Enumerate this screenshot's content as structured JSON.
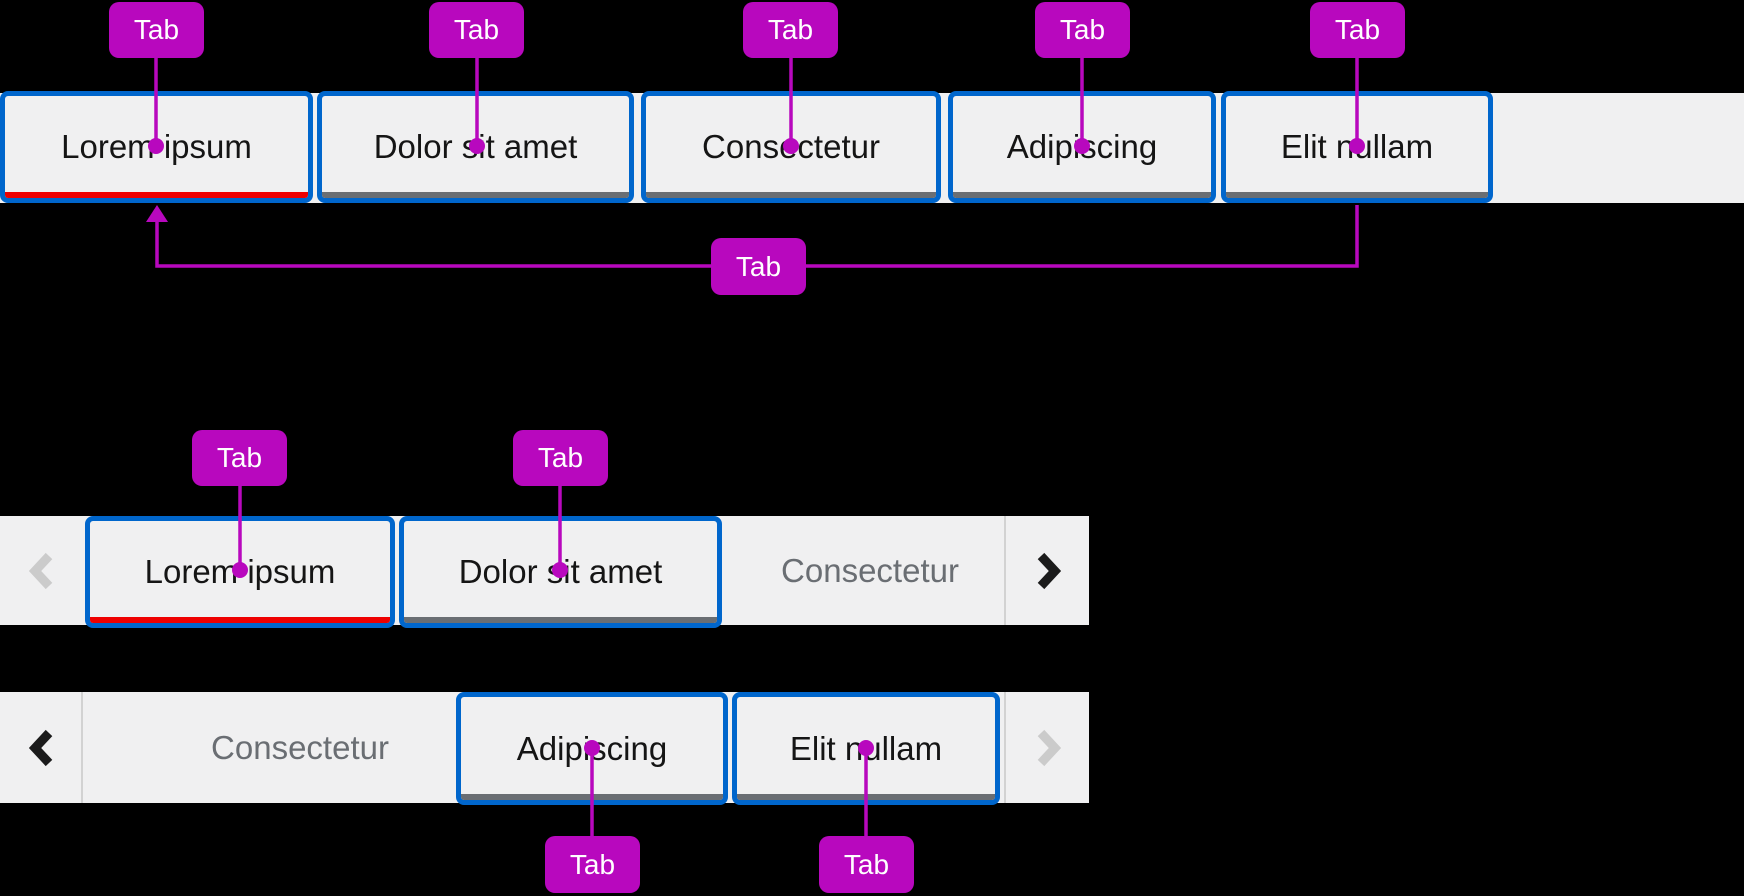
{
  "annotation": {
    "label": "Tab",
    "color": "#B808BE"
  },
  "colors": {
    "page_bg": "#000000",
    "bar_bg": "#F0F0F1",
    "component_outline": "#0066CC",
    "active_tab_underline": "#EE0000",
    "inactive_tab_underline": "#6A6E73",
    "tab_text": "#151515",
    "overflow_tab_text": "#6A6E73",
    "divider": "#D2D2D2",
    "enabled_scroll_icon": "#1B1B1B",
    "disabled_scroll_icon": "#CBCBCB"
  },
  "bars": [
    {
      "name": "standard tab bar",
      "tabs": [
        {
          "label": "Lorem ipsum",
          "state": "active"
        },
        {
          "label": "Dolor sit amet",
          "state": "default"
        },
        {
          "label": "Consectetur",
          "state": "default"
        },
        {
          "label": "Adipiscing",
          "state": "default"
        },
        {
          "label": "Elit nullam",
          "state": "default"
        }
      ]
    },
    {
      "name": "overflow tab bar scrolled to start",
      "scroll_prev": {
        "icon": "chevron-left-icon",
        "disabled": true
      },
      "scroll_next": {
        "icon": "chevron-right-icon",
        "disabled": false
      },
      "tabs": [
        {
          "label": "Lorem ipsum",
          "state": "active"
        },
        {
          "label": "Dolor sit amet",
          "state": "default"
        },
        {
          "label": "Consectetur",
          "state": "overflow"
        }
      ]
    },
    {
      "name": "overflow tab bar scrolled to end",
      "scroll_prev": {
        "icon": "chevron-left-icon",
        "disabled": false
      },
      "scroll_next": {
        "icon": "chevron-right-icon",
        "disabled": true
      },
      "tabs": [
        {
          "label": "Consectetur",
          "state": "overflow"
        },
        {
          "label": "Adipiscing",
          "state": "default"
        },
        {
          "label": "Elit nullam",
          "state": "default"
        }
      ]
    }
  ]
}
